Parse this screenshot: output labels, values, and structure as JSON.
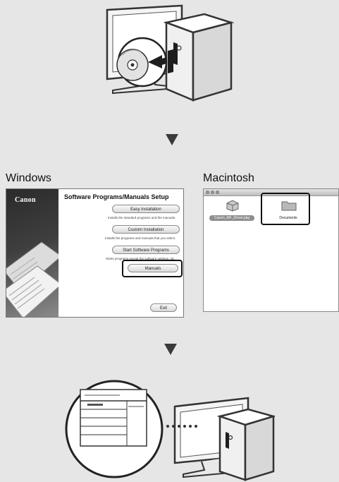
{
  "windows": {
    "heading": "Windows",
    "brand": "Canon",
    "dialog_title": "Software Programs/Manuals Setup",
    "buttons": {
      "easy": "Easy Installation",
      "custom": "Custom Installation",
      "start": "Start Software Programs",
      "manuals": "Manuals",
      "exit": "Exit"
    },
    "notes": {
      "easy": "Installs the standard programs and the manuals.",
      "custom": "Installs the programs and manuals that you select.",
      "start": "Starts programs except the software settings, etc."
    }
  },
  "mac": {
    "heading": "Macintosh",
    "items": {
      "package": "Canon_MF_Driver.pkg",
      "documents": "Documents"
    }
  },
  "colors": {
    "background": "#e6e6e6",
    "highlight": "#111111"
  }
}
